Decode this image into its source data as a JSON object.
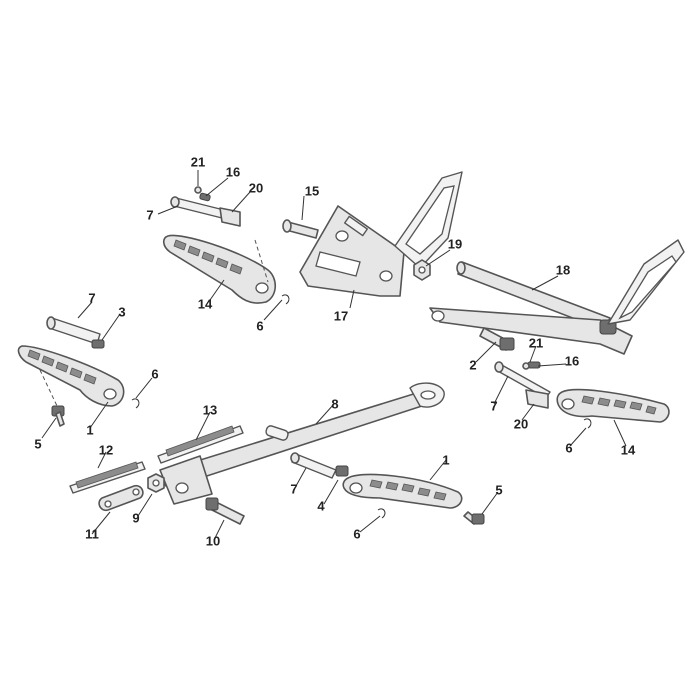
{
  "callouts": [
    {
      "id": "c21a",
      "label": "21"
    },
    {
      "id": "c16a",
      "label": "16"
    },
    {
      "id": "c20a",
      "label": "20"
    },
    {
      "id": "c7a",
      "label": "7"
    },
    {
      "id": "c14a",
      "label": "14"
    },
    {
      "id": "c6a",
      "label": "6"
    },
    {
      "id": "c15",
      "label": "15"
    },
    {
      "id": "c17",
      "label": "17"
    },
    {
      "id": "c19",
      "label": "19"
    },
    {
      "id": "c18",
      "label": "18"
    },
    {
      "id": "c7b",
      "label": "7"
    },
    {
      "id": "c3",
      "label": "3"
    },
    {
      "id": "c6b",
      "label": "6"
    },
    {
      "id": "c5a",
      "label": "5"
    },
    {
      "id": "c1a",
      "label": "1"
    },
    {
      "id": "c2",
      "label": "2"
    },
    {
      "id": "c21b",
      "label": "21"
    },
    {
      "id": "c16b",
      "label": "16"
    },
    {
      "id": "c7c",
      "label": "7"
    },
    {
      "id": "c20b",
      "label": "20"
    },
    {
      "id": "c6c",
      "label": "6"
    },
    {
      "id": "c14b",
      "label": "14"
    },
    {
      "id": "c8",
      "label": "8"
    },
    {
      "id": "c13",
      "label": "13"
    },
    {
      "id": "c12",
      "label": "12"
    },
    {
      "id": "c7d",
      "label": "7"
    },
    {
      "id": "c4",
      "label": "4"
    },
    {
      "id": "c1b",
      "label": "1"
    },
    {
      "id": "c5b",
      "label": "5"
    },
    {
      "id": "c9",
      "label": "9"
    },
    {
      "id": "c11",
      "label": "11"
    },
    {
      "id": "c10",
      "label": "10"
    },
    {
      "id": "c6d",
      "label": "6"
    }
  ]
}
